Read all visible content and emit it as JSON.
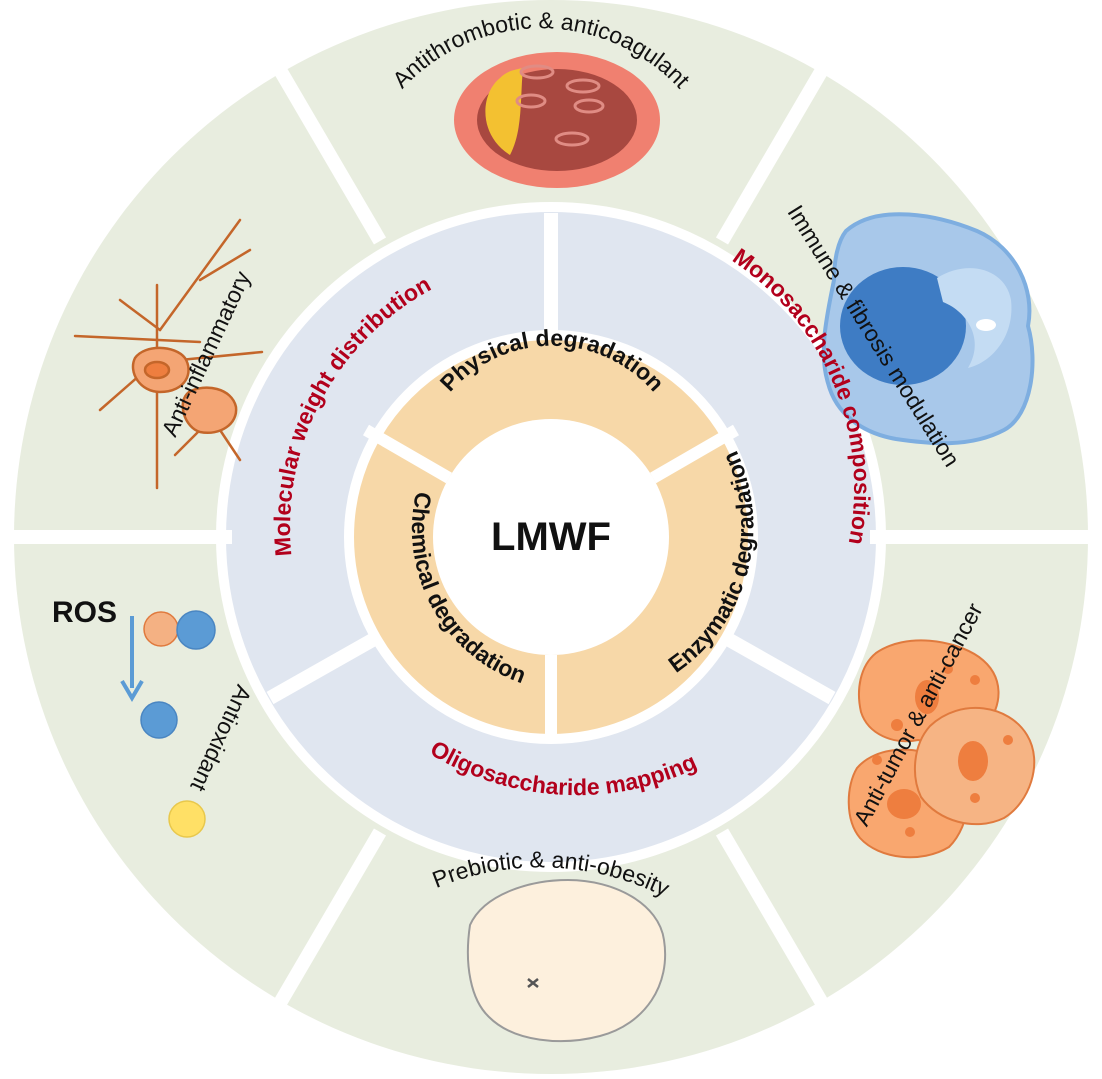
{
  "center": {
    "label": "LMWF"
  },
  "inner_ring": [
    {
      "label": "Physical degradation"
    },
    {
      "label": "Enzymatic degradation"
    },
    {
      "label": "Chemical degradation"
    }
  ],
  "middle_ring": [
    {
      "label": "Monosaccharide composition"
    },
    {
      "label": "Oligosaccharide mapping"
    },
    {
      "label": "Molecular weight distribution"
    }
  ],
  "outer_ring": [
    {
      "label": "Antithrombotic & anticoagulant"
    },
    {
      "label": "Immune & fibrosis modulation"
    },
    {
      "label": "Anti-tumor & anti-cancer"
    },
    {
      "label": "Prebiotic & anti-obesity"
    },
    {
      "label": "Antioxidant"
    },
    {
      "label": "Anti-inflammatory"
    }
  ],
  "antioxidant_icon": {
    "ros_label": "ROS"
  },
  "colors": {
    "outer_ring": "#e8eddf",
    "middle_ring": "#e0e6f0",
    "inner_ring": "#f7d8a8",
    "center": "#ffffff",
    "mid_text": "#b2001c"
  }
}
